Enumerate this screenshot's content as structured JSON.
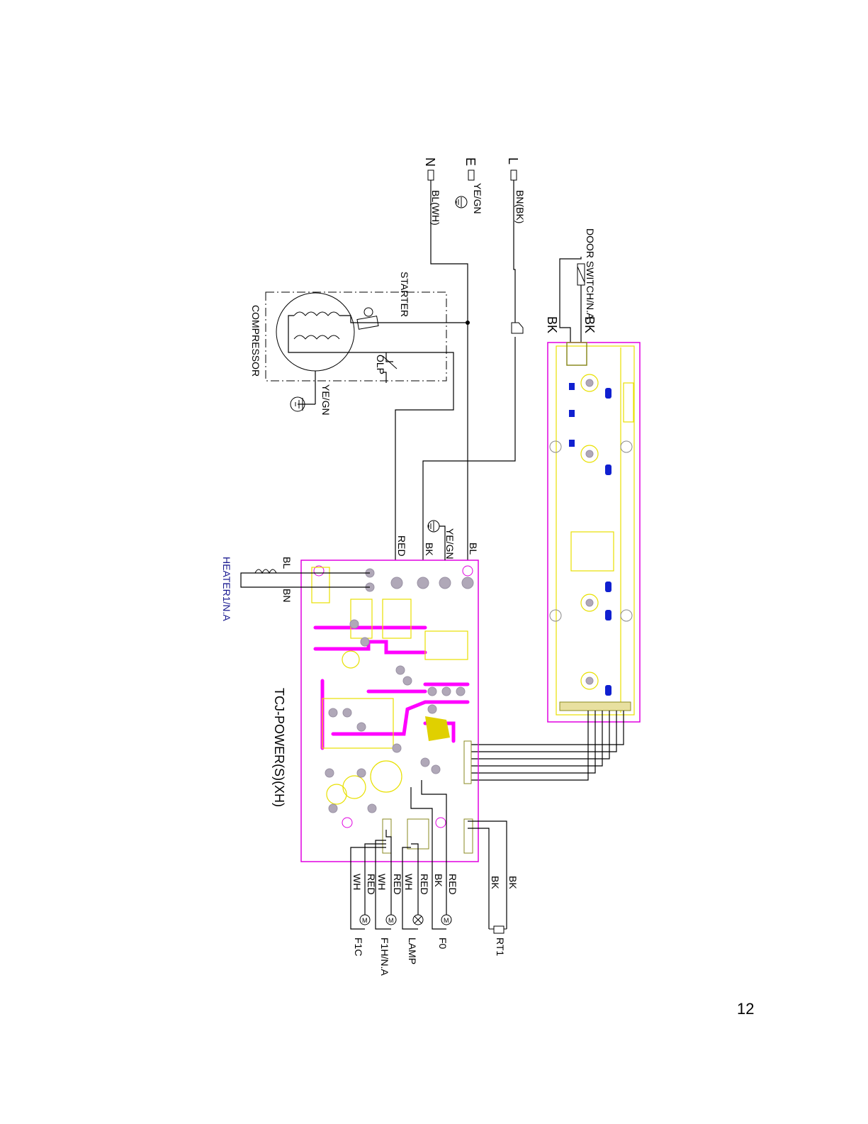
{
  "supply": {
    "n": "N",
    "e": "E",
    "l": "L",
    "n_wire": "BL(WH)",
    "e_wire": "YE/GN",
    "l_wire": "BN(BK)"
  },
  "door_switch": {
    "label": "DOOR SWITCH/N.A",
    "wire1": "BK",
    "wire2": "BK"
  },
  "compressor": {
    "label": "COMPRESSOR",
    "starter": "STARTER",
    "olp": "OLP",
    "ground": "YE/GN"
  },
  "power_board": {
    "label": "TCJ-POWER(S)(XH)",
    "wires": {
      "red": "RED",
      "bk": "BK",
      "yegn": "YE/GN",
      "bl": "BL"
    }
  },
  "heater": {
    "label": "HEATER1/N.A",
    "bl": "BL",
    "bn": "BN"
  },
  "loads": [
    {
      "name": "RT1",
      "w1": "BK",
      "w2": "BK"
    },
    {
      "name": "F0",
      "w1": "RED",
      "w2": "BK"
    },
    {
      "name": "LAMP",
      "w1": "RED",
      "w2": "WH"
    },
    {
      "name": "F1H/N.A",
      "w1": "RED",
      "w2": "WH"
    },
    {
      "name": "F1C",
      "w1": "RED",
      "w2": "WH"
    }
  ],
  "page_number": "12"
}
